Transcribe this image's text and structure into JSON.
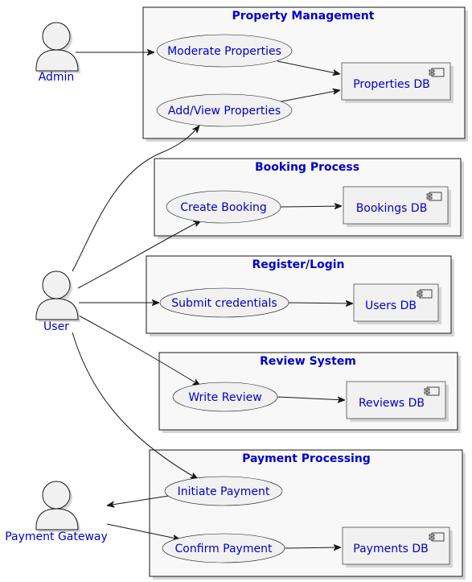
{
  "packages": {
    "property": {
      "title": "Property Management"
    },
    "booking": {
      "title": "Booking Process"
    },
    "register": {
      "title": "Register/Login"
    },
    "review": {
      "title": "Review System"
    },
    "payment": {
      "title": "Payment Processing"
    }
  },
  "usecases": {
    "moderate_properties": "Moderate Properties",
    "add_view_properties": "Add/View Properties",
    "create_booking": "Create Booking",
    "submit_credentials": "Submit credentials",
    "write_review": "Write Review",
    "initiate_payment": "Initiate Payment",
    "confirm_payment": "Confirm Payment"
  },
  "components": {
    "properties_db": "Properties DB",
    "bookings_db": "Bookings DB",
    "users_db": "Users DB",
    "reviews_db": "Reviews DB",
    "payments_db": "Payments DB"
  },
  "actors": {
    "admin": "Admin",
    "user": "User",
    "payment_gateway": "Payment Gateway"
  },
  "colors": {
    "label": "#0000cc",
    "line": "#181818",
    "fill": "#f1f1f1",
    "package_fill": "#f8f8f8"
  }
}
